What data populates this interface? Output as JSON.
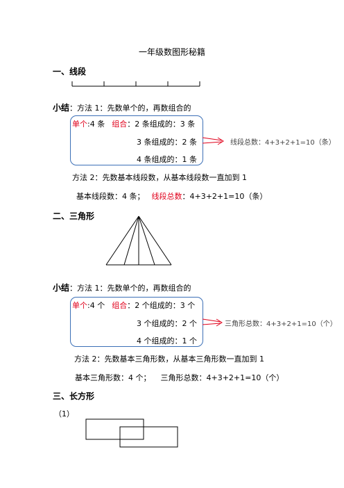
{
  "doc_title": "一年级数图形秘籍",
  "section1": {
    "heading": "一、线段",
    "summary_label": "小结",
    "method1": "：方法 1：先数单个的，再数组合的",
    "single_label": "单个",
    "single_value": ":4 条",
    "combo_label": "组合",
    "combo_line1": "：2 条组成的：3 条",
    "combo_line2": "3 条组成的：2 条",
    "combo_line3": "4 条组成的：1 条",
    "total_note_text": "线段总数：",
    "total_note_expr": "4+3+2+1=10（条）",
    "method2": "方法 2：先数基本线段数，从基本线段数一直加到 1",
    "basic_count": "基本线段数：4 条；",
    "total_label": "线段总数",
    "total_value": "：4+3+2+1=10（条）"
  },
  "section2": {
    "heading": "二、三角形",
    "summary_label": "小结",
    "method1": "：方法 1：先数单个的，再数组合的",
    "single_label": "单个",
    "single_value": ":4 个",
    "combo_label": "组合",
    "combo_line1": "：2 个组成的：3 个",
    "combo_line2": "3 个组成的：2 个",
    "combo_line3": "4 个组成的：1 个",
    "total_note_text": "三角形总数：",
    "total_note_expr": "4+3+2+1=10（个）",
    "method2": "方法 2：先数基本三角形数，从基本三角形数一直加到 1",
    "basic_count": "基本三角形数：4 个；",
    "total_text": "三角形总数：4+3+2+1=10（个）"
  },
  "section3": {
    "heading": "三、长方形",
    "item1": "（1）"
  },
  "colors": {
    "red": "#e0001b",
    "box_border": "#3b6fb6",
    "arrow": "#e0001b"
  }
}
